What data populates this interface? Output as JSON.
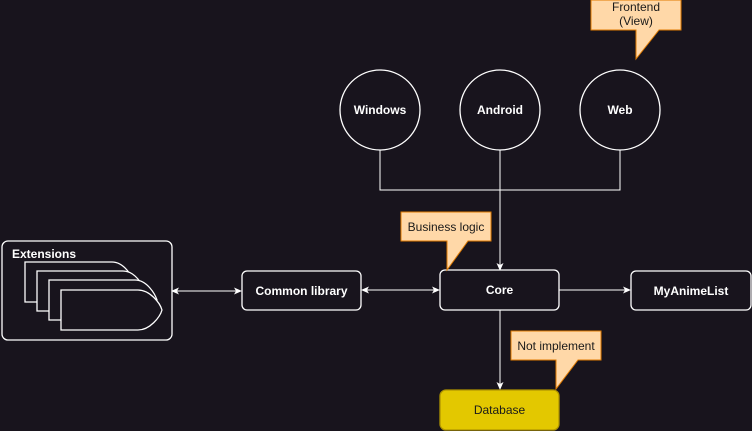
{
  "colors": {
    "background": "#18141d",
    "stroke": "#ffffff",
    "callout_fill": "#ffd8a8",
    "callout_stroke": "#e07a00",
    "database_fill": "#e3c800",
    "database_stroke": "#b09500"
  },
  "nodes": {
    "windows": "Windows",
    "android": "Android",
    "web": "Web",
    "core": "Core",
    "common_library": "Common library",
    "myanimelist": "MyAnimeList",
    "database": "Database",
    "extensions": "Extensions"
  },
  "callouts": {
    "frontend_line1": "Frontend",
    "frontend_line2": "(View)",
    "business_logic": "Business logic",
    "not_implement": "Not implement"
  }
}
